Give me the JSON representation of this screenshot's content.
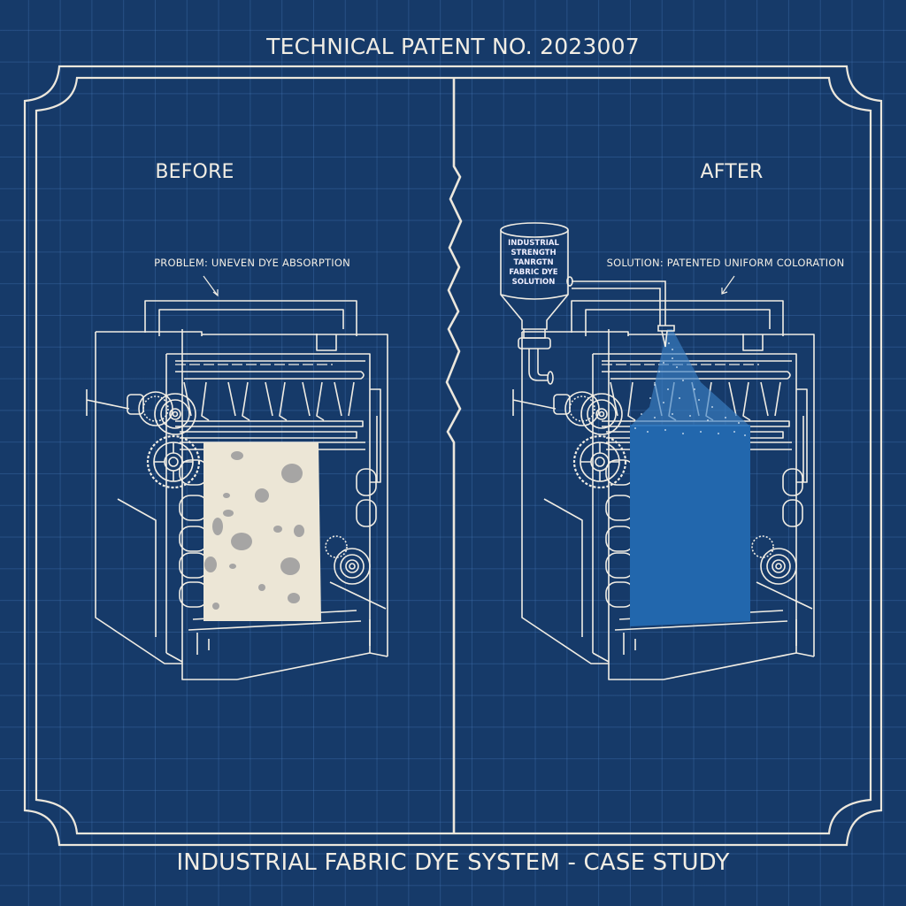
{
  "header": {
    "title": "TECHNICAL PATENT NO. 2023007"
  },
  "panels": {
    "before": {
      "label": "BEFORE",
      "annotation": "PROBLEM: UNEVEN DYE ABSORPTION",
      "fabric_state": "uneven-blotchy",
      "fabric_color": "#ece6d6",
      "stain_color": "#9a9a9c"
    },
    "after": {
      "label": "AFTER",
      "annotation": "SOLUTION: PATENTED UNIFORM COLORATION",
      "fabric_state": "uniform-dyed",
      "fabric_color": "#1f63a8",
      "tank_label_lines": [
        "INDUSTRIAL",
        "STRENGTH",
        "TANRGTN",
        "FABRIC DYE",
        "SOLUTION"
      ]
    }
  },
  "footer": {
    "caption": "INDUSTRIAL FABRIC DYE SYSTEM - CASE STUDY"
  },
  "colors": {
    "background": "#163a69",
    "grid": "#2b5590",
    "line": "#f1ede4"
  }
}
